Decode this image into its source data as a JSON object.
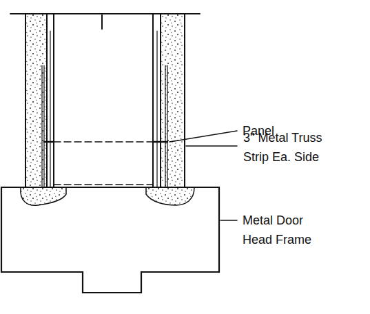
{
  "diagram": {
    "labels": [
      "Panel",
      "3\" Metal Truss Strip Ea. Side",
      "Metal Door Head Frame"
    ]
  }
}
